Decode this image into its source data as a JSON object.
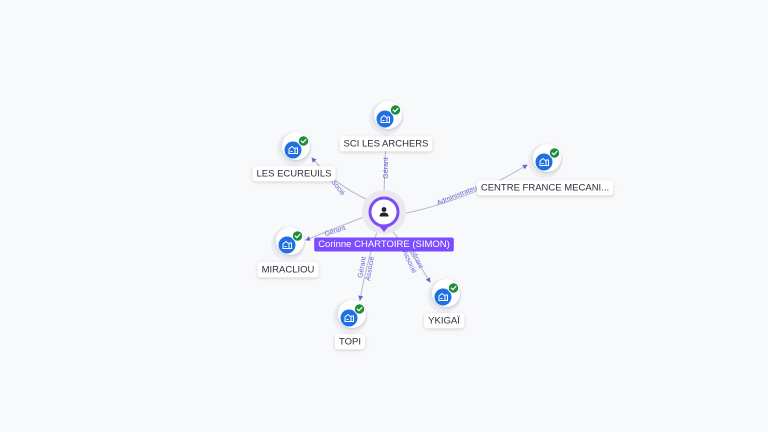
{
  "center": {
    "label": "Corinne CHARTOIRE (SIMON)",
    "icon": "person-icon",
    "color": "#7c4dff"
  },
  "colors": {
    "company_badge": "#1f6fe5",
    "check_badge": "#1e8e3e",
    "edge": "#b7bac6",
    "edge_label": "#6b63d9",
    "background": "#f8f9fb"
  },
  "companies": [
    {
      "id": "sci-les-archers",
      "label": "SCI LES ARCHERS",
      "icon": "company-building-icon",
      "verified": true,
      "roles": [
        "Gérant"
      ]
    },
    {
      "id": "les-ecureuils",
      "label": "LES ECUREUILS",
      "icon": "company-building-icon",
      "verified": true,
      "roles": [
        "Associé"
      ]
    },
    {
      "id": "centre-france-mecani",
      "label": "CENTRE FRANCE MECANI...",
      "icon": "company-building-icon",
      "verified": true,
      "roles": [
        "Administrateur"
      ]
    },
    {
      "id": "miracliou",
      "label": "MIRACLIOU",
      "icon": "company-building-icon",
      "verified": true,
      "roles": [
        "Gérant"
      ]
    },
    {
      "id": "topi",
      "label": "TOPI",
      "icon": "company-building-icon",
      "verified": true,
      "roles": [
        "Gérant",
        "Associé"
      ]
    },
    {
      "id": "ykigai",
      "label": "YKIGAÏ",
      "icon": "company-building-icon",
      "verified": true,
      "roles": [
        "Gérant",
        "Associé"
      ]
    }
  ]
}
